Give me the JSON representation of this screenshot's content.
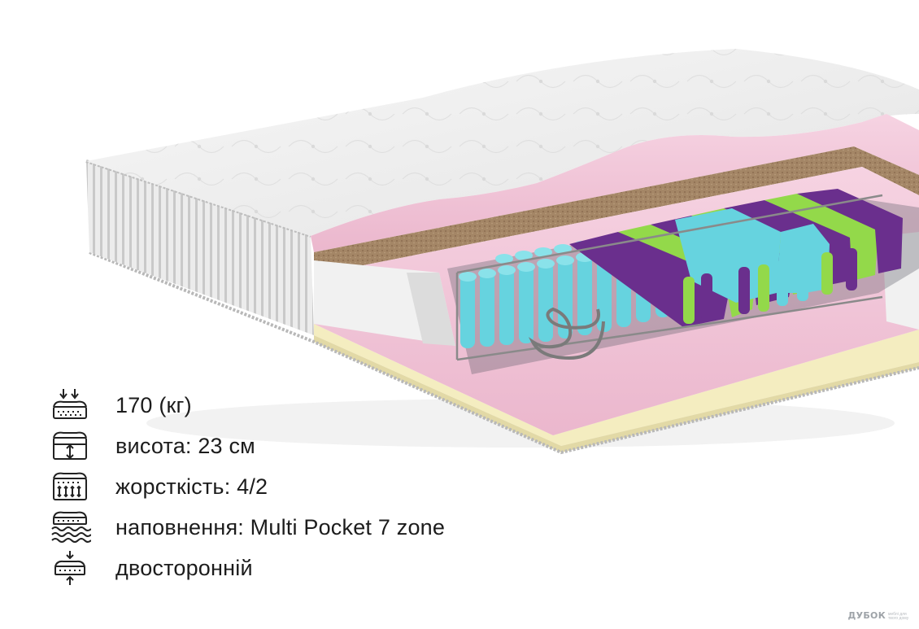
{
  "specs": [
    {
      "icon": "max-load-icon",
      "text": "170 (кг)"
    },
    {
      "icon": "height-icon",
      "text": "висота: 23 см"
    },
    {
      "icon": "firmness-icon",
      "text": "жорсткість: 4/2"
    },
    {
      "icon": "filling-icon",
      "text": "наповнення: Multi Pocket 7 zone"
    },
    {
      "icon": "double-sided-icon",
      "text": "двосторонній"
    }
  ],
  "brand": {
    "name": "ДУБОК",
    "tagline": "меблі для твого дому"
  },
  "colors": {
    "cover": "#eeeeee",
    "memory_foam": "#f3c9da",
    "coconut": "#a28466",
    "latex_base": "#f5efc0",
    "spring_cyan": "#66d3df",
    "spring_purple": "#6a2f8d",
    "spring_green": "#93d94a",
    "text": "#1c1c1c"
  }
}
